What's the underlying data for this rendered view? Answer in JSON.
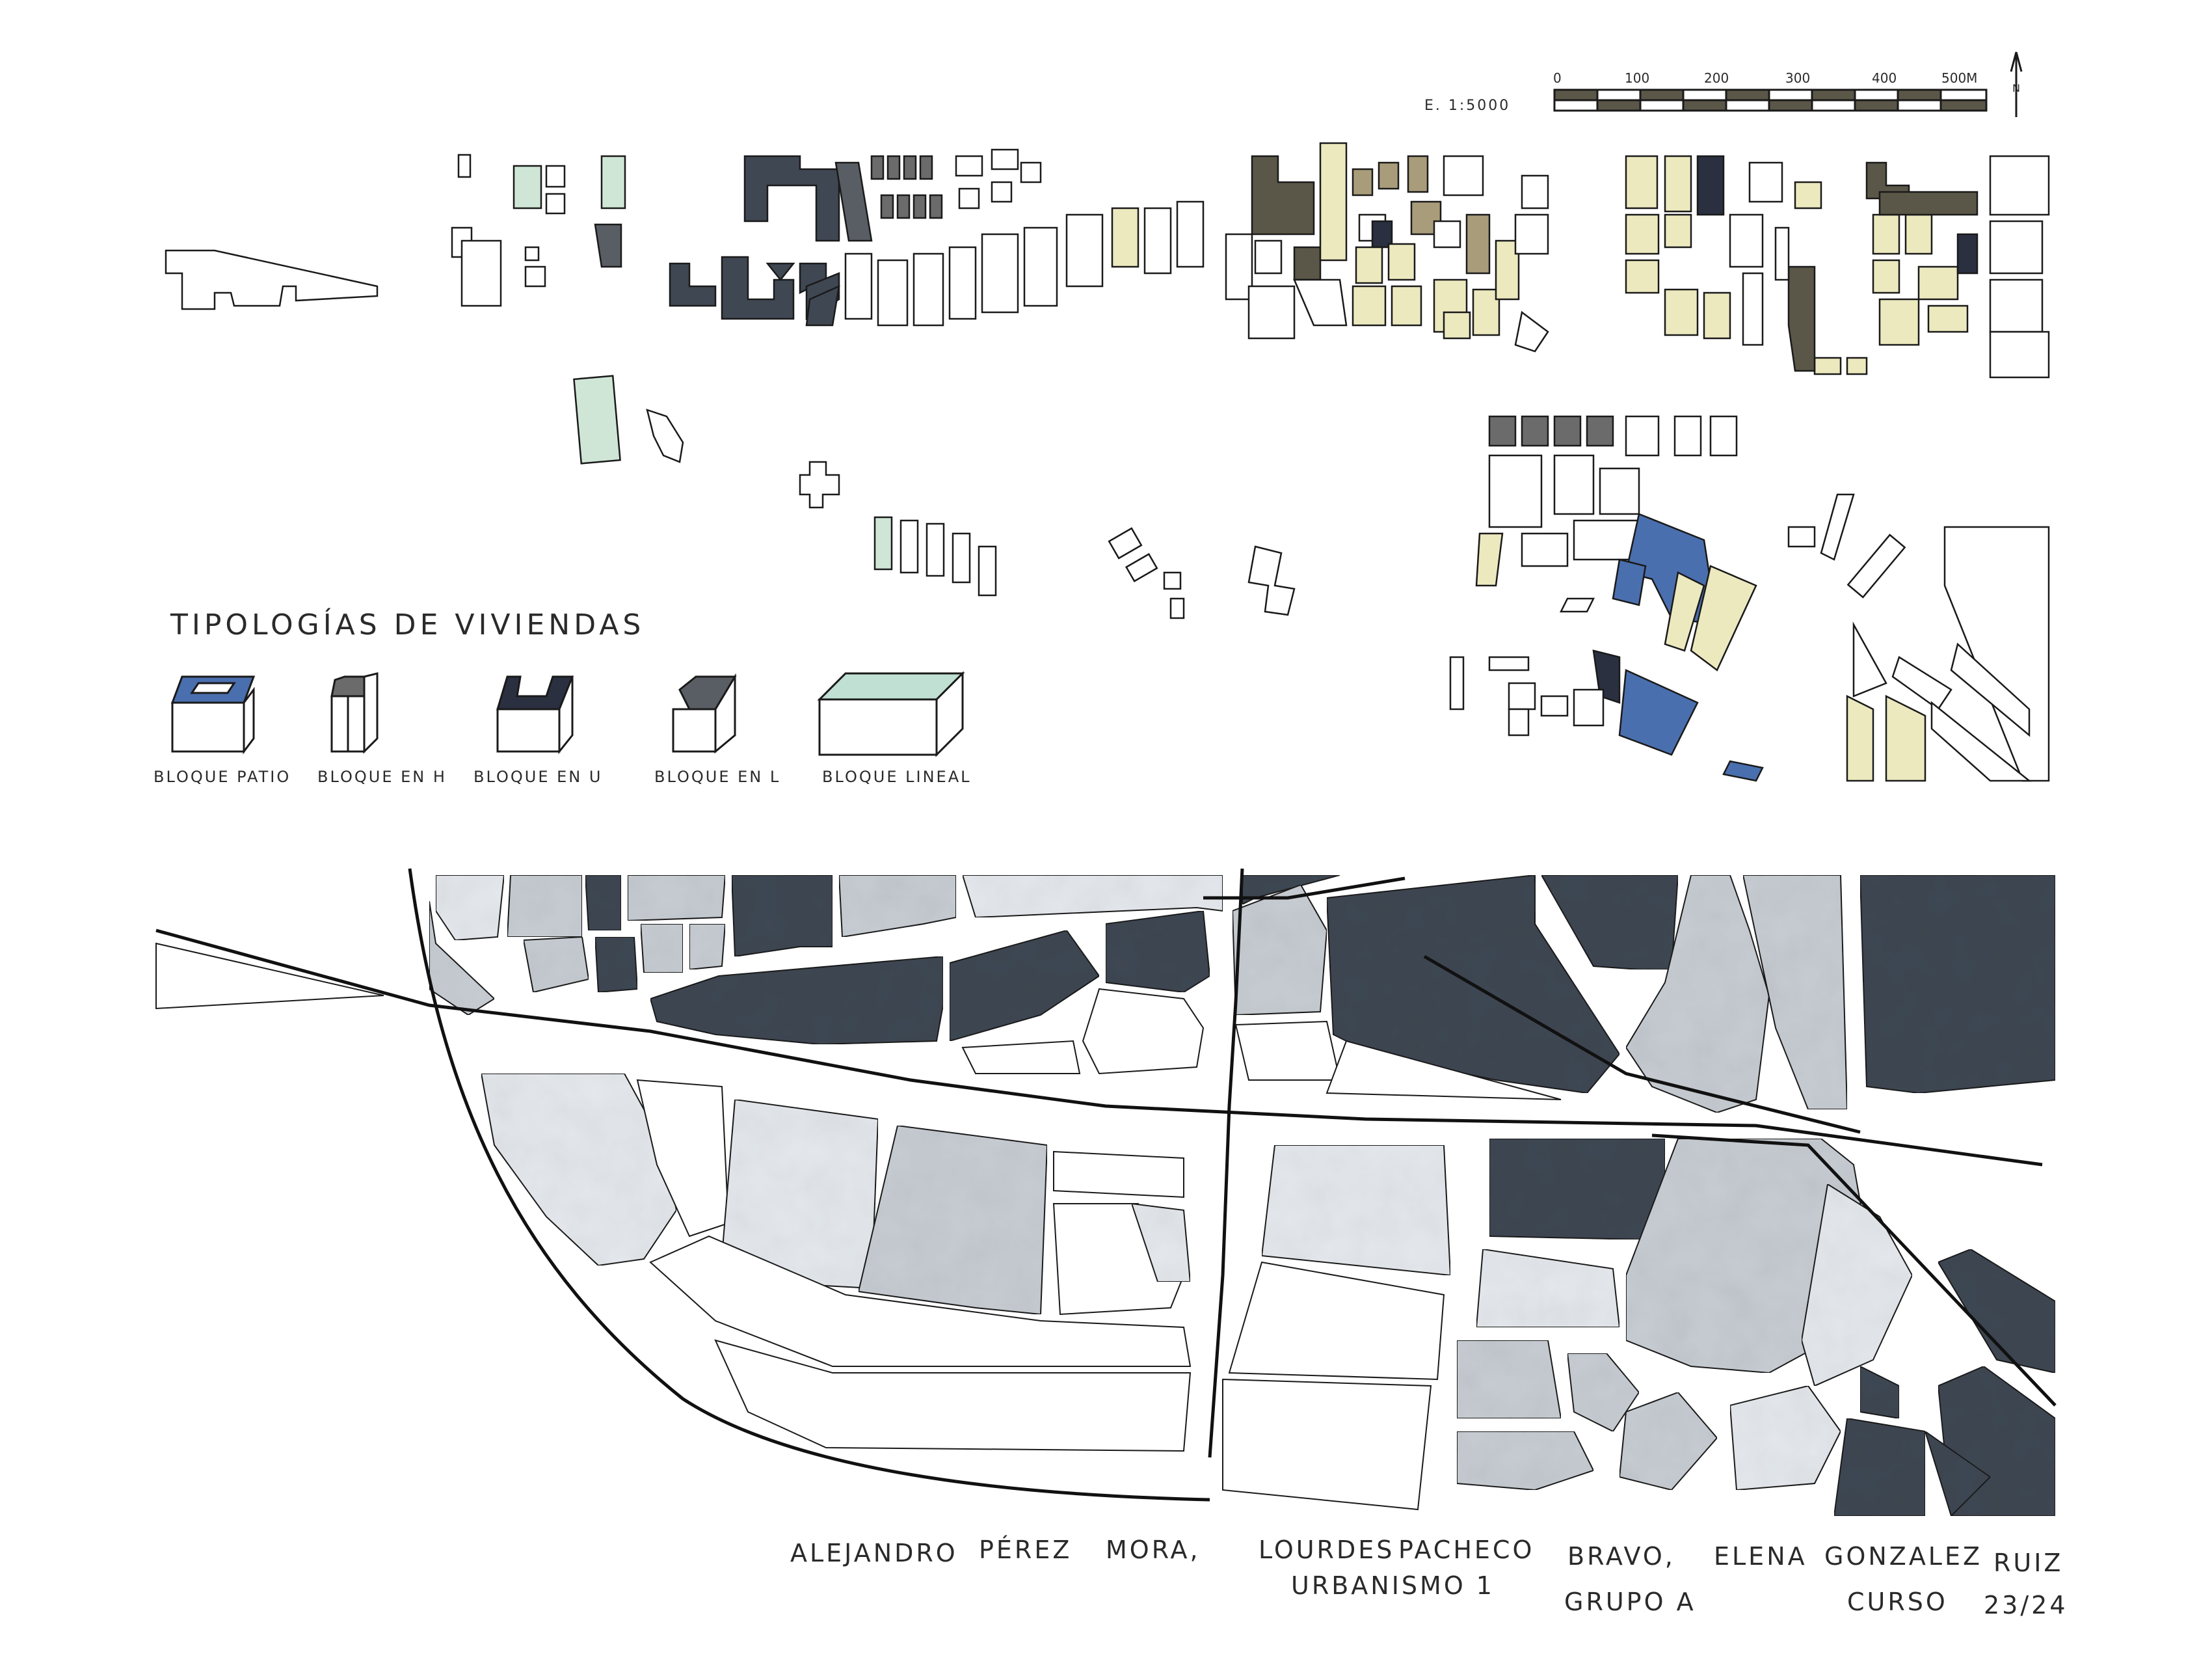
{
  "sheet": {
    "scale_text": "E. 1:5000",
    "scale_bar_labels": [
      "0",
      "100",
      "200",
      "300",
      "400",
      "500M"
    ],
    "north_symbol": "N",
    "legend": {
      "title": "TIPOLOGÍAS DE VIVIENDAS",
      "items": [
        {
          "label": "BLOQUE PATIO",
          "color": "#4a6fae"
        },
        {
          "label": "BLOQUE EN H",
          "color": "#6b6b6b"
        },
        {
          "label": "BLOQUE EN U",
          "color": "#2a3040"
        },
        {
          "label": "BLOQUE EN L",
          "color": "#595e64"
        },
        {
          "label": "BLOQUE LINEAL",
          "color": "#bfe0d2"
        }
      ]
    },
    "credits": {
      "authors_line": [
        "ALEJANDRO",
        "PÉREZ",
        "MORA,",
        "LOURDES",
        "PACHECO",
        "BRAVO,",
        "ELENA",
        "GONZALEZ",
        "RUIZ"
      ],
      "course_line": [
        "URBANISMO 1",
        "GRUPO A",
        "CURSO",
        "23/24"
      ]
    }
  },
  "colors": {
    "ink": "#1a1a1a",
    "dark_block": "#3f4753",
    "light_block": "#c6ccd2",
    "yellow_block": "#ece9bf",
    "olive_block": "#5b5748",
    "blue_block": "#4a6fae",
    "green_block": "#cfe6d6"
  }
}
